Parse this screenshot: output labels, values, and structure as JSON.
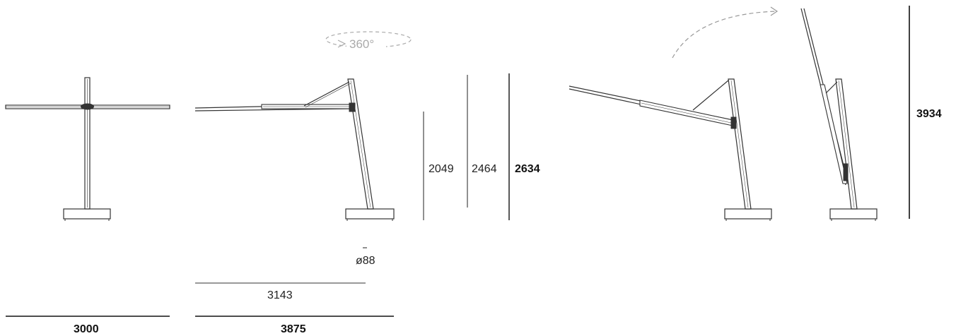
{
  "rotation": {
    "label": "360°"
  },
  "dimensions": {
    "front_width": "3000",
    "side_width": "3875",
    "arm_reach": "3143",
    "pole_diameter": "ø88",
    "height_1": "2049",
    "height_2": "2464",
    "height_3": "2634",
    "height_tilted": "3934"
  }
}
